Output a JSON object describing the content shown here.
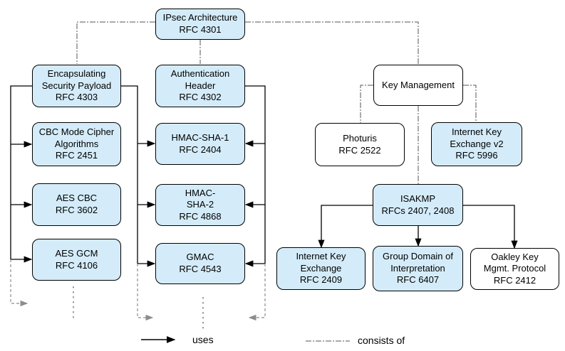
{
  "diagram": {
    "title_hint": "IPsec RFC roadmap diagram",
    "colors": {
      "node_fill_highlight": "#d4ecf9",
      "node_fill_plain": "#ffffff",
      "node_border": "#000000",
      "uses_line": "#000000",
      "consists_of_line": "#555555",
      "continuation_line": "#8c8c8c"
    },
    "nodes": {
      "ipsec": {
        "label": "IPsec Architecture\nRFC 4301"
      },
      "esp": {
        "label": "Encapsulating\nSecurity Payload\nRFC 4303"
      },
      "ah": {
        "label": "Authentication\nHeader\nRFC 4302"
      },
      "km": {
        "label": "Key Management"
      },
      "cbc": {
        "label": "CBC Mode Cipher\nAlgorithms\nRFC 2451"
      },
      "hmacsha1": {
        "label": "HMAC-SHA-1\nRFC 2404"
      },
      "photuris": {
        "label": "Photuris\nRFC 2522"
      },
      "ikev2": {
        "label": "Internet Key\nExchange v2\nRFC 5996"
      },
      "aescbc": {
        "label": "AES CBC\nRFC 3602"
      },
      "hmacsha2": {
        "label": "HMAC-\nSHA-2\nRFC 4868"
      },
      "isakmp": {
        "label": "ISAKMP\nRFCs 2407, 2408"
      },
      "aesgcm": {
        "label": "AES GCM\nRFC 4106"
      },
      "gmac": {
        "label": "GMAC\nRFC 4543"
      },
      "ike": {
        "label": "Internet Key\nExchange\nRFC 2409"
      },
      "gdoi": {
        "label": "Group Domain of\nInterpretation\nRFC 6407"
      },
      "oakley": {
        "label": "Oakley Key\nMgmt. Protocol\nRFC 2412"
      }
    },
    "edges": {
      "consists_of": [
        {
          "from": "IPsec Architecture",
          "to": "Encapsulating Security Payload"
        },
        {
          "from": "IPsec Architecture",
          "to": "Authentication Header"
        },
        {
          "from": "IPsec Architecture",
          "to": "Key Management"
        },
        {
          "from": "Key Management",
          "to": "Photuris"
        },
        {
          "from": "Key Management",
          "to": "Internet Key Exchange v2"
        },
        {
          "from": "Key Management",
          "to": "ISAKMP"
        }
      ],
      "uses": [
        {
          "from": "Encapsulating Security Payload",
          "to": "CBC Mode Cipher Algorithms"
        },
        {
          "from": "Encapsulating Security Payload",
          "to": "AES CBC"
        },
        {
          "from": "Encapsulating Security Payload",
          "to": "AES GCM"
        },
        {
          "from": "Encapsulating Security Payload",
          "to": "HMAC-SHA-1"
        },
        {
          "from": "Encapsulating Security Payload",
          "to": "HMAC-SHA-2"
        },
        {
          "from": "Encapsulating Security Payload",
          "to": "GMAC"
        },
        {
          "from": "Authentication Header",
          "to": "HMAC-SHA-1"
        },
        {
          "from": "Authentication Header",
          "to": "HMAC-SHA-2"
        },
        {
          "from": "Authentication Header",
          "to": "GMAC"
        },
        {
          "from": "ISAKMP",
          "to": "Internet Key Exchange"
        },
        {
          "from": "ISAKMP",
          "to": "Group Domain of Interpretation"
        },
        {
          "from": "ISAKMP",
          "to": "Oakley Key Mgmt. Protocol"
        }
      ]
    },
    "legend": {
      "uses": "uses",
      "consists_of": "consists of"
    }
  }
}
